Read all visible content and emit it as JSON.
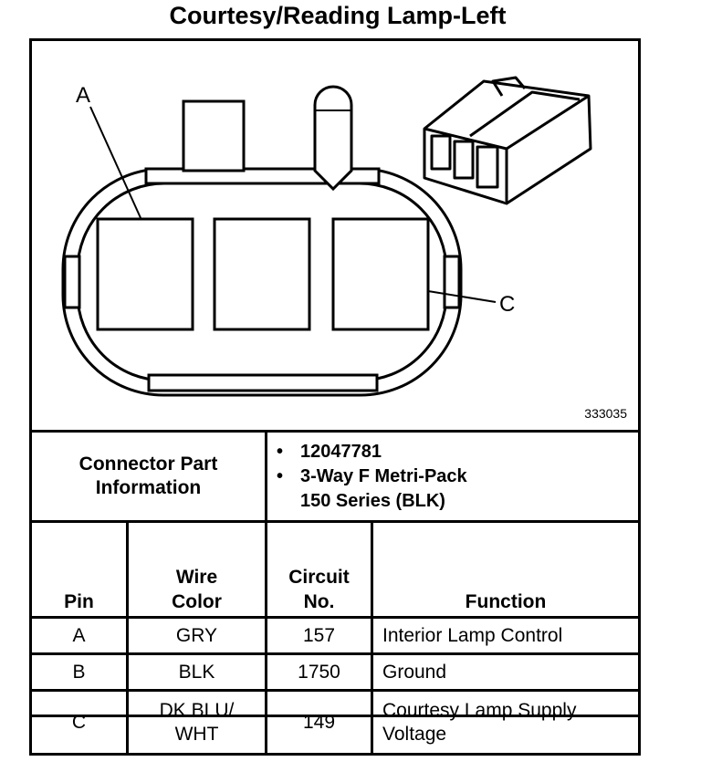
{
  "title": "Courtesy/Reading Lamp-Left",
  "figure_number": "333035",
  "callouts": {
    "a": "A",
    "c": "C"
  },
  "connector_info": {
    "label": "Connector Part Information",
    "part_number": "12047781",
    "description_line1": "3-Way F Metri-Pack",
    "description_line2": "150 Series (BLK)",
    "bullet": "•"
  },
  "pin_table": {
    "headers": {
      "pin": "Pin",
      "wire_color_1": "Wire",
      "wire_color_2": "Color",
      "circuit_1": "Circuit",
      "circuit_2": "No.",
      "function": "Function"
    },
    "rows": [
      {
        "pin": "A",
        "wire_color_1": "GRY",
        "wire_color_2": "",
        "circuit": "157",
        "function_1": "Interior Lamp Control",
        "function_2": ""
      },
      {
        "pin": "B",
        "wire_color_1": "BLK",
        "wire_color_2": "",
        "circuit": "1750",
        "function_1": "Ground",
        "function_2": ""
      },
      {
        "pin": "C",
        "wire_color_1": "DK BLU/",
        "wire_color_2": "WHT",
        "circuit": "149",
        "function_1": "Courtesy Lamp Supply",
        "function_2": "Voltage"
      }
    ]
  }
}
